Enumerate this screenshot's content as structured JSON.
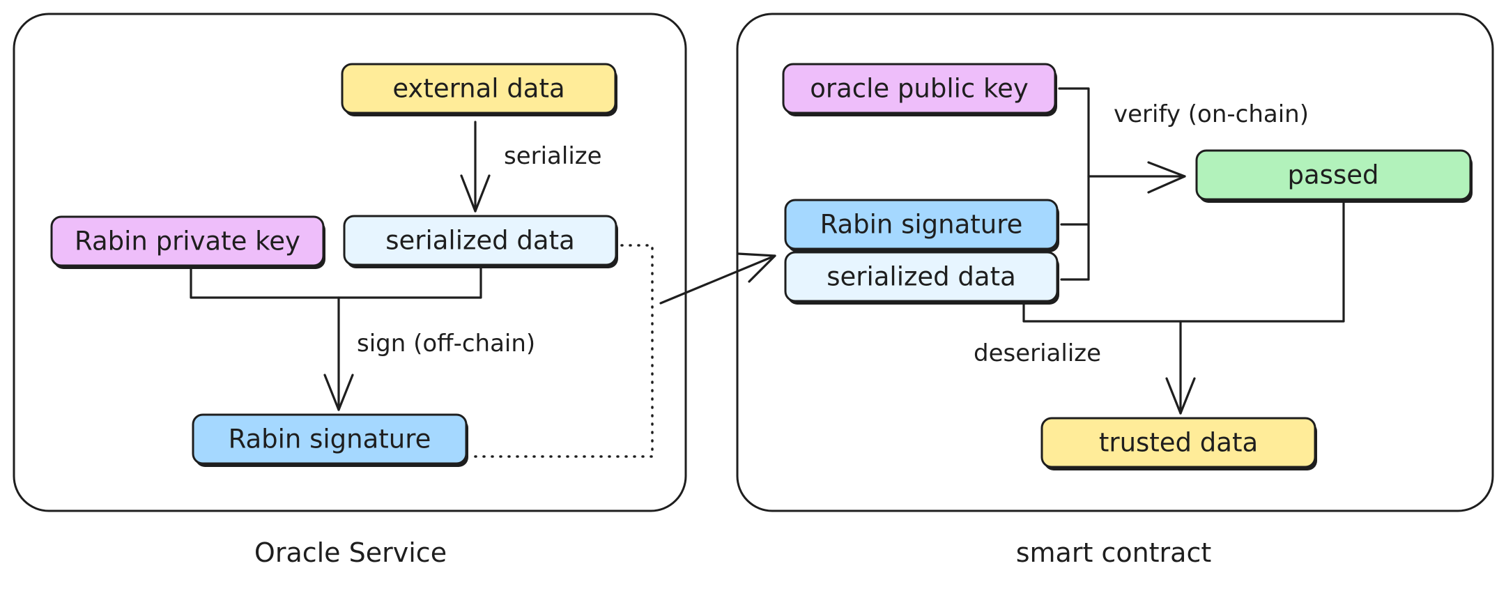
{
  "panels": {
    "left_title": "Oracle Service",
    "right_title": "smart contract"
  },
  "nodes": {
    "external_data": "external data",
    "serialized_data_left": "serialized data",
    "private_key": "Rabin private key",
    "signature_left": "Rabin signature",
    "public_key": "oracle public key",
    "signature_right": "Rabin signature",
    "serialized_data_right": "serialized data",
    "passed": "passed",
    "trusted_data": "trusted data"
  },
  "edges": {
    "serialize": "serialize",
    "sign": "sign (off-chain)",
    "verify": "verify (on-chain)",
    "deserialize": "deserialize"
  },
  "colors": {
    "yellow": "#ffec99",
    "light_blue": "#e7f5ff",
    "purple": "#eebefa",
    "blue": "#a5d8ff",
    "green": "#b2f2bb",
    "stroke": "#1e1e1e"
  }
}
